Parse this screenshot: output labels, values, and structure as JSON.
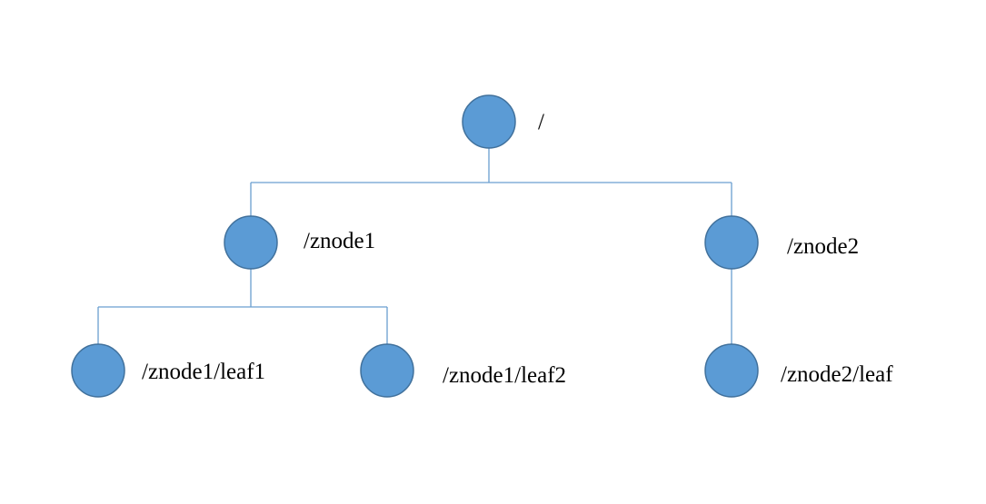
{
  "tree": {
    "nodes": [
      {
        "id": "root",
        "label": "/",
        "parent": null
      },
      {
        "id": "znode1",
        "label": "/znode1",
        "parent": "root"
      },
      {
        "id": "znode2",
        "label": "/znode2",
        "parent": "root"
      },
      {
        "id": "znode1-leaf1",
        "label": "/znode1/leaf1",
        "parent": "znode1"
      },
      {
        "id": "znode1-leaf2",
        "label": "/znode1/leaf2",
        "parent": "znode1"
      },
      {
        "id": "znode2-leaf",
        "label": "/znode2/leaf",
        "parent": "znode2"
      }
    ]
  },
  "colors": {
    "node_fill": "#5b9bd5",
    "node_stroke": "#41719c",
    "edge": "#6a9fd0"
  }
}
